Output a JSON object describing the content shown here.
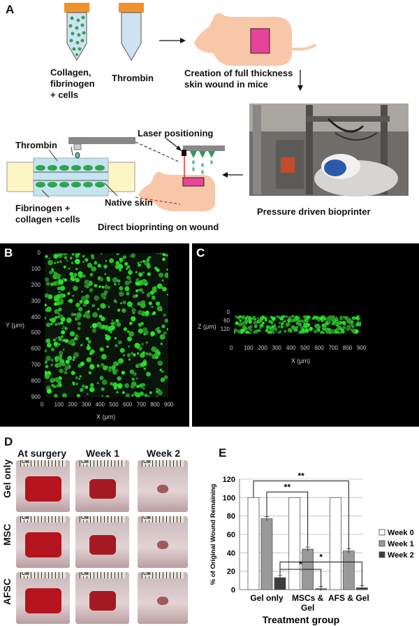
{
  "panels": {
    "a": "A",
    "b": "B",
    "c": "C",
    "d": "D",
    "e": "E"
  },
  "panel_a": {
    "tube1_label": [
      "Collagen,",
      "fibrinogen",
      "+ cells"
    ],
    "tube2_label": "Thrombin",
    "wound_label": [
      "Creation of full thickness",
      "skin wound in mice"
    ],
    "printer_label": "Pressure driven bioprinter",
    "laser_label": "Laser positioning",
    "direct_label": "Direct bioprinting on wound",
    "xs_thrombin": "Thrombin",
    "xs_native": "Native skin",
    "xs_fibrinogen": [
      "Fibrinogen +",
      "collagen +cells"
    ]
  },
  "panel_b": {
    "y_title": "Y (μm)",
    "x_title": "X (μm)",
    "y_ticks": [
      "0",
      "100",
      "200",
      "300",
      "400",
      "500",
      "600",
      "700",
      "800",
      "900"
    ],
    "x_ticks": [
      "0",
      "100",
      "200",
      "300",
      "400",
      "500",
      "600",
      "700",
      "800",
      "900"
    ]
  },
  "panel_c": {
    "z_title": "Z (μm)",
    "x_title": "X (μm)",
    "z_ticks": [
      "0",
      "60",
      "120"
    ],
    "x_ticks": [
      "0",
      "100",
      "200",
      "300",
      "400",
      "500",
      "600",
      "700",
      "800",
      "900"
    ]
  },
  "panel_d": {
    "columns": [
      "At surgery",
      "Week 1",
      "Week 2"
    ],
    "rows": [
      "Gel only",
      "MSC",
      "AFSC"
    ],
    "ruler_text": "CM"
  },
  "chart_data": {
    "type": "bar",
    "ylabel": "% of Original Wound Remaining",
    "xlabel": "Treatment group",
    "ylim": [
      0,
      120
    ],
    "yticks": [
      0,
      20,
      40,
      60,
      80,
      100,
      120
    ],
    "categories": [
      "Gel only",
      "MSCs & Gel",
      "AFS & Gel"
    ],
    "series": [
      {
        "name": "Week 0",
        "values": [
          100,
          100,
          100
        ],
        "color": "#ffffff"
      },
      {
        "name": "Week 1",
        "values": [
          77,
          44,
          42
        ],
        "color": "#9a9a9a"
      },
      {
        "name": "Week 2",
        "values": [
          13,
          1,
          2
        ],
        "color": "#3c3c3c"
      }
    ],
    "significance": [
      {
        "label": "**",
        "from": "Gel only / Week 1",
        "to": "MSCs & Gel / Week 1"
      },
      {
        "label": "**",
        "from": "Gel only / Week 0",
        "to": "AFS & Gel / Week 1"
      },
      {
        "label": "*",
        "from": "Gel only / Week 2",
        "to": "MSCs & Gel / Week 2"
      },
      {
        "label": "*",
        "from": "Gel only / Week 2",
        "to": "AFS & Gel / Week 2"
      }
    ],
    "grid": true,
    "legend": "right"
  }
}
